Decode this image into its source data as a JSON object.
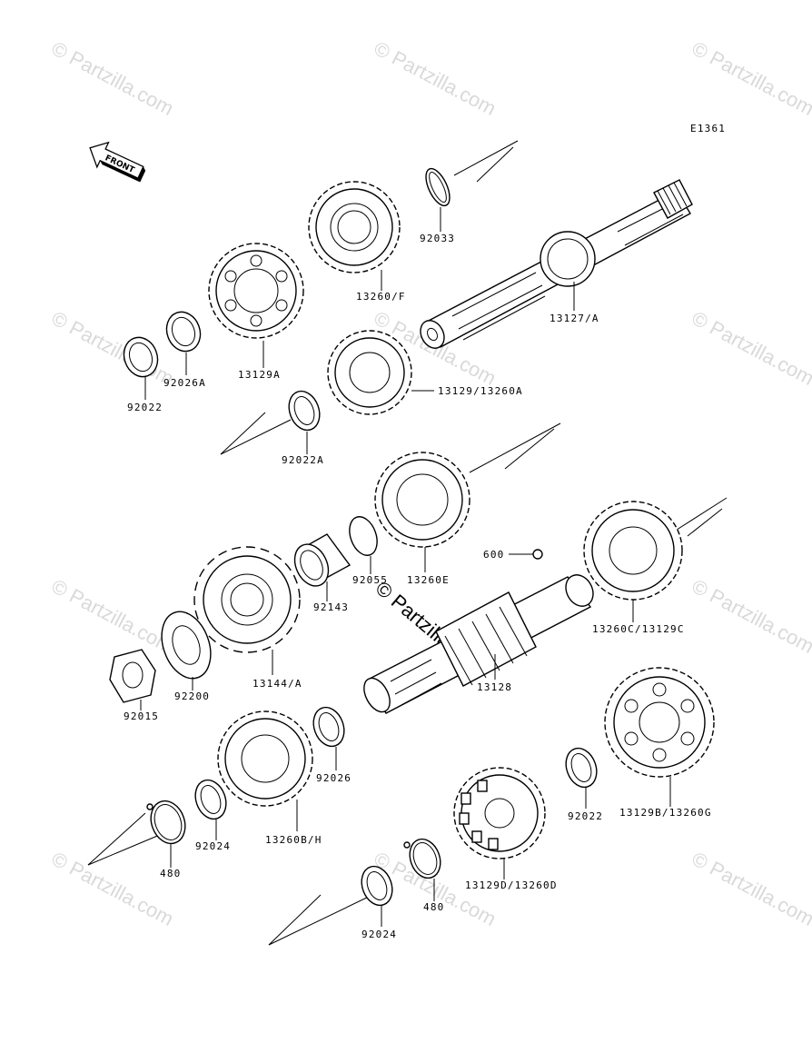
{
  "diagram_code": "E1361",
  "front_label": "FRONT",
  "watermark": "© Partzilla.com",
  "center_watermark": "© Partzilla.com",
  "parts": {
    "p92033": "92033",
    "p13260F": "13260/F",
    "p13127A": "13127/A",
    "p13129A": "13129A",
    "p92026A": "92026A",
    "p92022": "92022",
    "p13129_13260A": "13129/13260A",
    "p92022A": "92022A",
    "p13260E": "13260E",
    "p600": "600",
    "p92055": "92055",
    "p92143": "92143",
    "p13144A": "13144/A",
    "p92200": "92200",
    "p92015": "92015",
    "p13260C_13129C": "13260C/13129C",
    "p13128": "13128",
    "p92026": "92026",
    "p13260BH": "13260B/H",
    "p92024a": "92024",
    "p480a": "480",
    "p13129B_13260G": "13129B/13260G",
    "p92022b": "92022",
    "p13129D_13260D": "13129D/13260D",
    "p480b": "480",
    "p92024b": "92024"
  }
}
